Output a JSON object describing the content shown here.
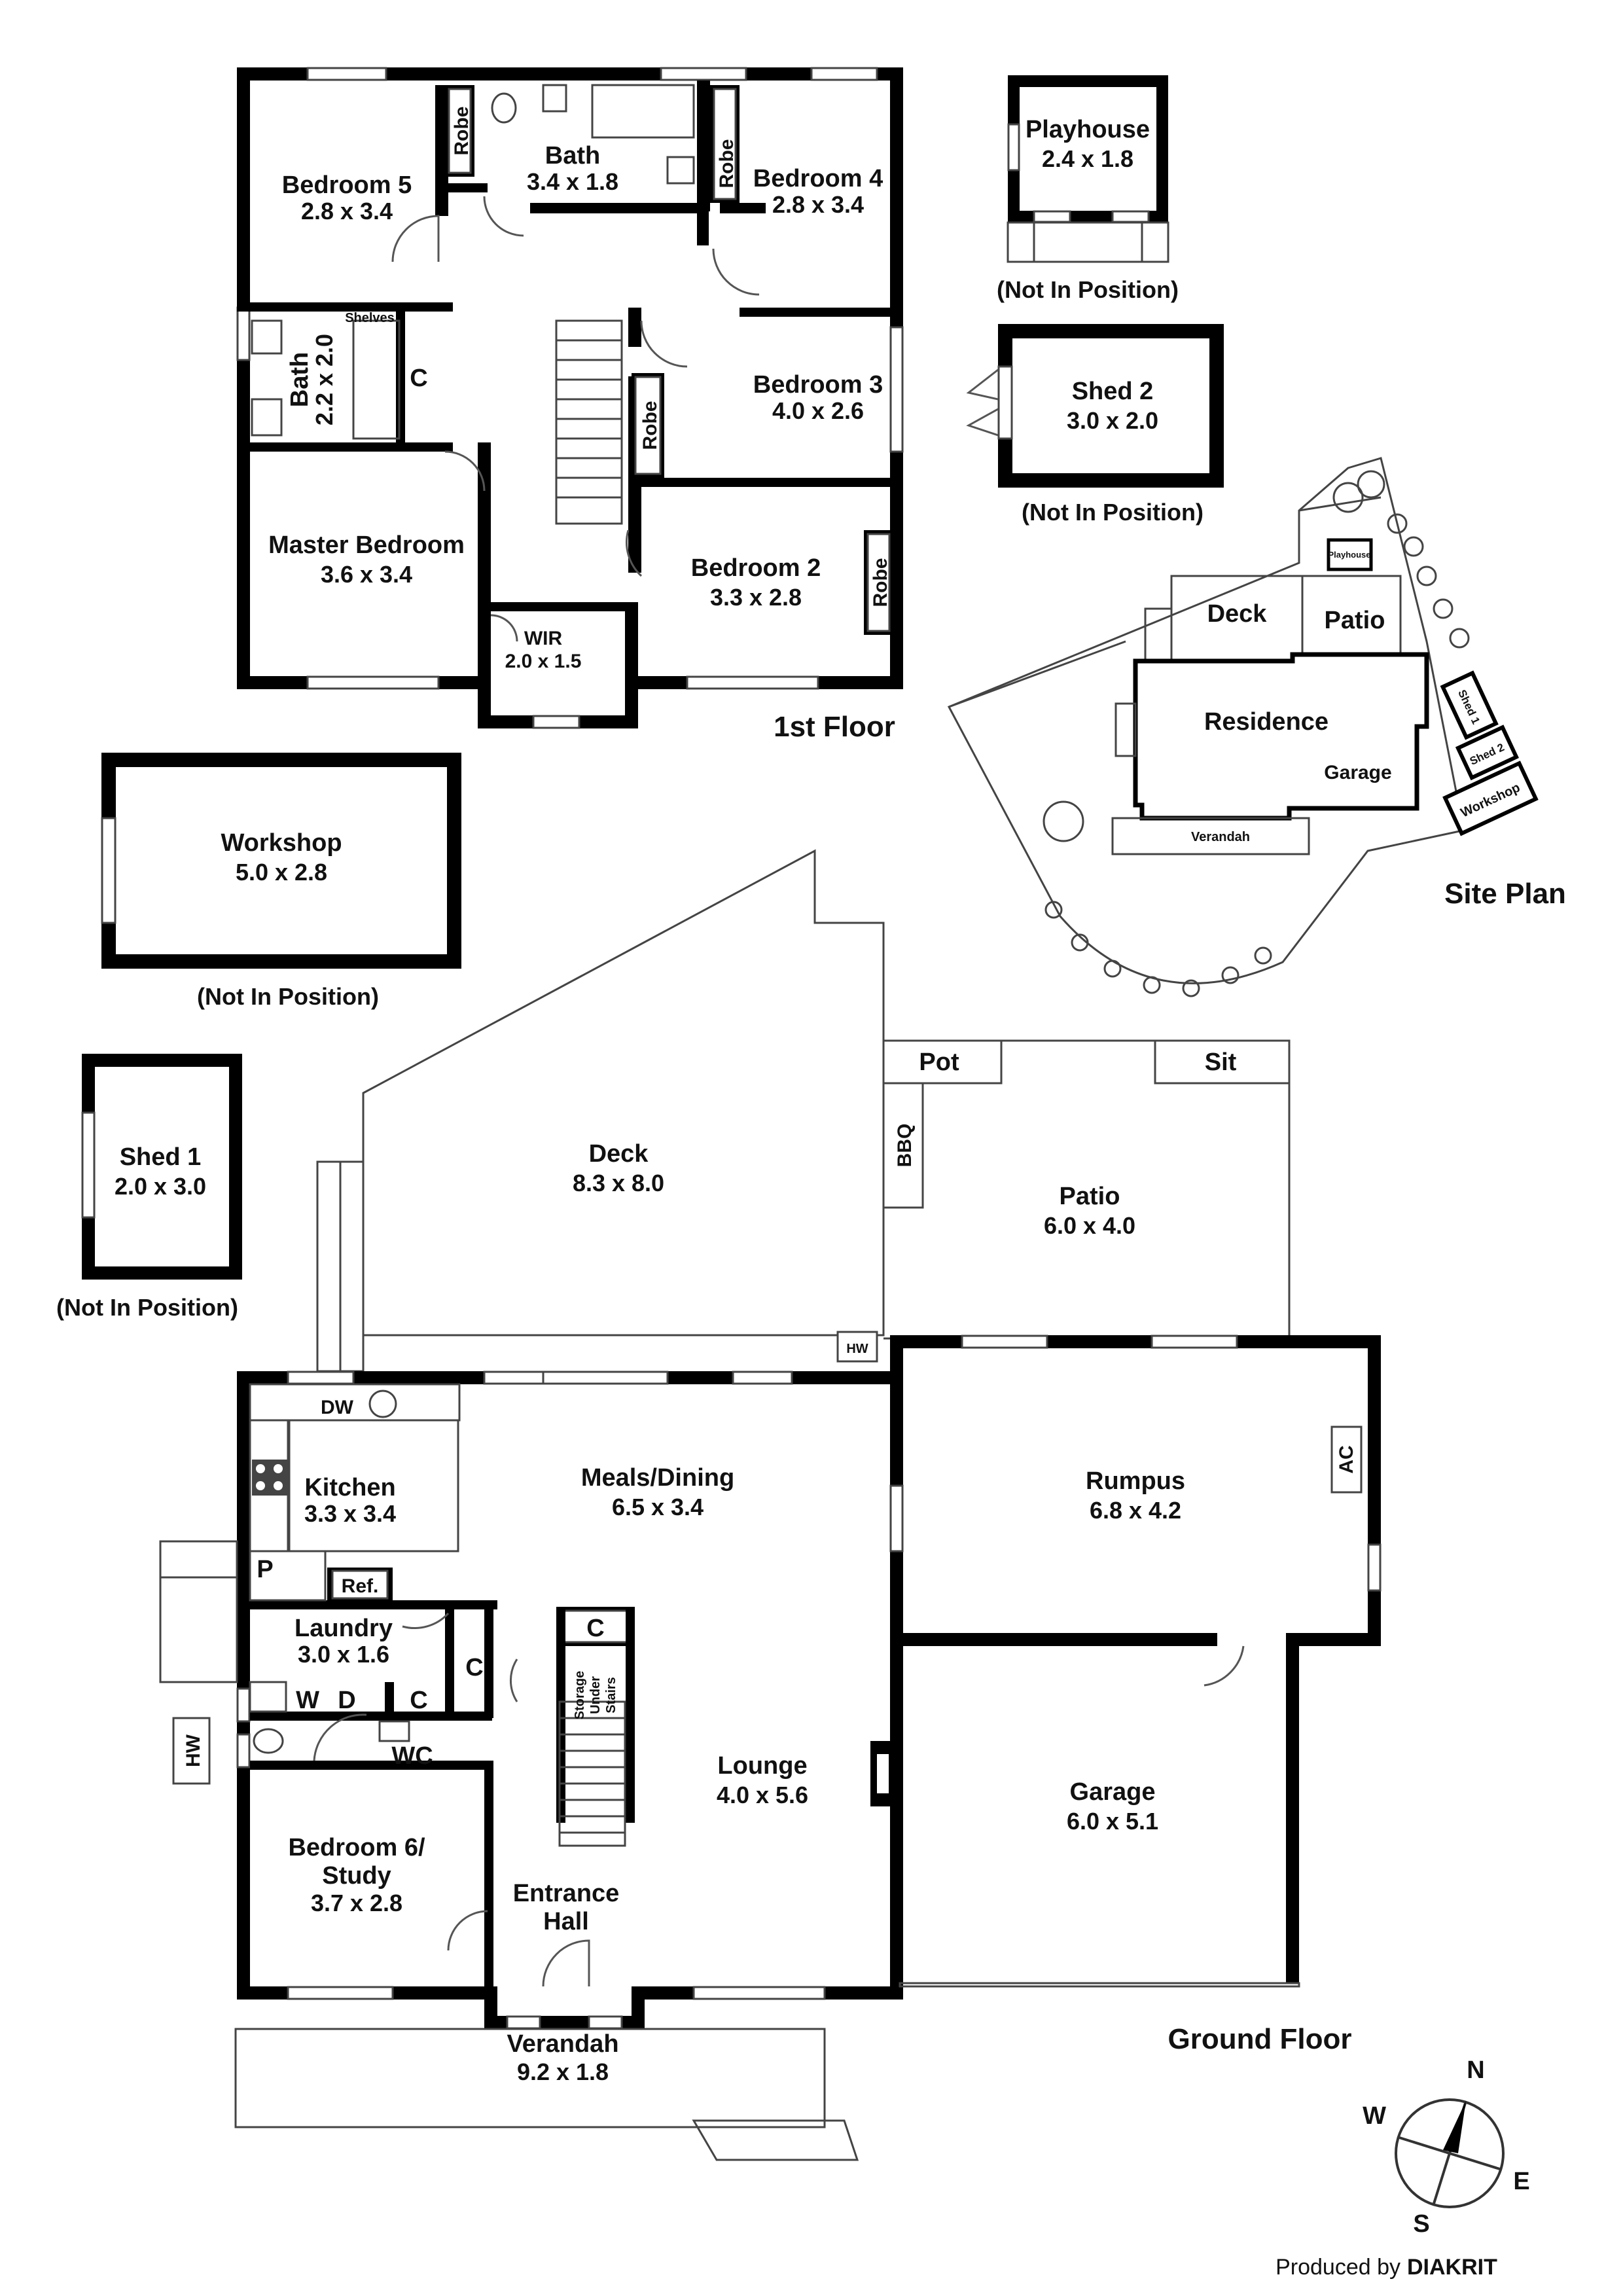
{
  "plate_labels": {
    "first_floor": "1st Floor",
    "ground_floor": "Ground Floor",
    "site_plan": "Site Plan",
    "produced_by": "Produced by",
    "brand": "DIAKRIT"
  },
  "compass": {
    "n": "N",
    "e": "E",
    "s": "S",
    "w": "W"
  },
  "first_floor": {
    "bedroom5": {
      "name": "Bedroom 5",
      "dim": "2.8 x 3.4"
    },
    "bath_top": {
      "name": "Bath",
      "dim": "3.4 x 1.8"
    },
    "bedroom4": {
      "name": "Bedroom 4",
      "dim": "2.8 x 3.4"
    },
    "bath_side": {
      "name": "Bath",
      "dim": "2.2 x 2.0"
    },
    "shelves": "Shelves",
    "cupboard": "C",
    "bedroom3": {
      "name": "Bedroom 3",
      "dim": "4.0 x 2.6"
    },
    "master": {
      "name": "Master Bedroom",
      "dim": "3.6 x 3.4"
    },
    "bedroom2": {
      "name": "Bedroom 2",
      "dim": "3.3 x 2.8"
    },
    "wir": {
      "name": "WIR",
      "dim": "2.0 x 1.5"
    },
    "robe": "Robe"
  },
  "outbuildings": {
    "playhouse": {
      "name": "Playhouse",
      "dim": "2.4 x 1.8",
      "note": "(Not In Position)"
    },
    "shed2": {
      "name": "Shed 2",
      "dim": "3.0 x 2.0",
      "note": "(Not In Position)"
    },
    "workshop": {
      "name": "Workshop",
      "dim": "5.0 x 2.8",
      "note": "(Not In Position)"
    },
    "shed1": {
      "name": "Shed 1",
      "dim": "2.0 x 3.0",
      "note": "(Not In Position)"
    }
  },
  "site": {
    "deck": "Deck",
    "patio": "Patio",
    "residence": "Residence",
    "garage": "Garage",
    "verandah": "Verandah",
    "playhouse": "Playhouse",
    "shed1": "Shed 1",
    "shed2": "Shed 2",
    "workshop": "Workshop"
  },
  "ground_floor": {
    "pot": "Pot",
    "sit": "Sit",
    "bbq": "BBQ",
    "deck": {
      "name": "Deck",
      "dim": "8.3 x 8.0"
    },
    "patio": {
      "name": "Patio",
      "dim": "6.0 x 4.0"
    },
    "hw": "HW",
    "dw": "DW",
    "kitchen": {
      "name": "Kitchen",
      "dim": "3.3 x 3.4"
    },
    "meals": {
      "name": "Meals/Dining",
      "dim": "6.5 x 3.4"
    },
    "rumpus": {
      "name": "Rumpus",
      "dim": "6.8 x 4.2"
    },
    "ac": "AC",
    "pantry": "P",
    "ref": "Ref.",
    "laundry": {
      "name": "Laundry",
      "dim": "3.0 x 1.6"
    },
    "cupboard": "C",
    "washer": "W",
    "dryer": "D",
    "wc": "WC",
    "storage": [
      "Storage",
      "Under",
      "Stairs"
    ],
    "lounge": {
      "name": "Lounge",
      "dim": "4.0 x 5.6"
    },
    "garage": {
      "name": "Garage",
      "dim": "6.0 x 5.1"
    },
    "bedroom6": {
      "name_1": "Bedroom 6/",
      "name_2": "Study",
      "dim": "3.7 x 2.8"
    },
    "entrance": {
      "name_1": "Entrance",
      "name_2": "Hall"
    },
    "verandah": {
      "name": "Verandah",
      "dim": "9.2 x 1.8"
    }
  }
}
